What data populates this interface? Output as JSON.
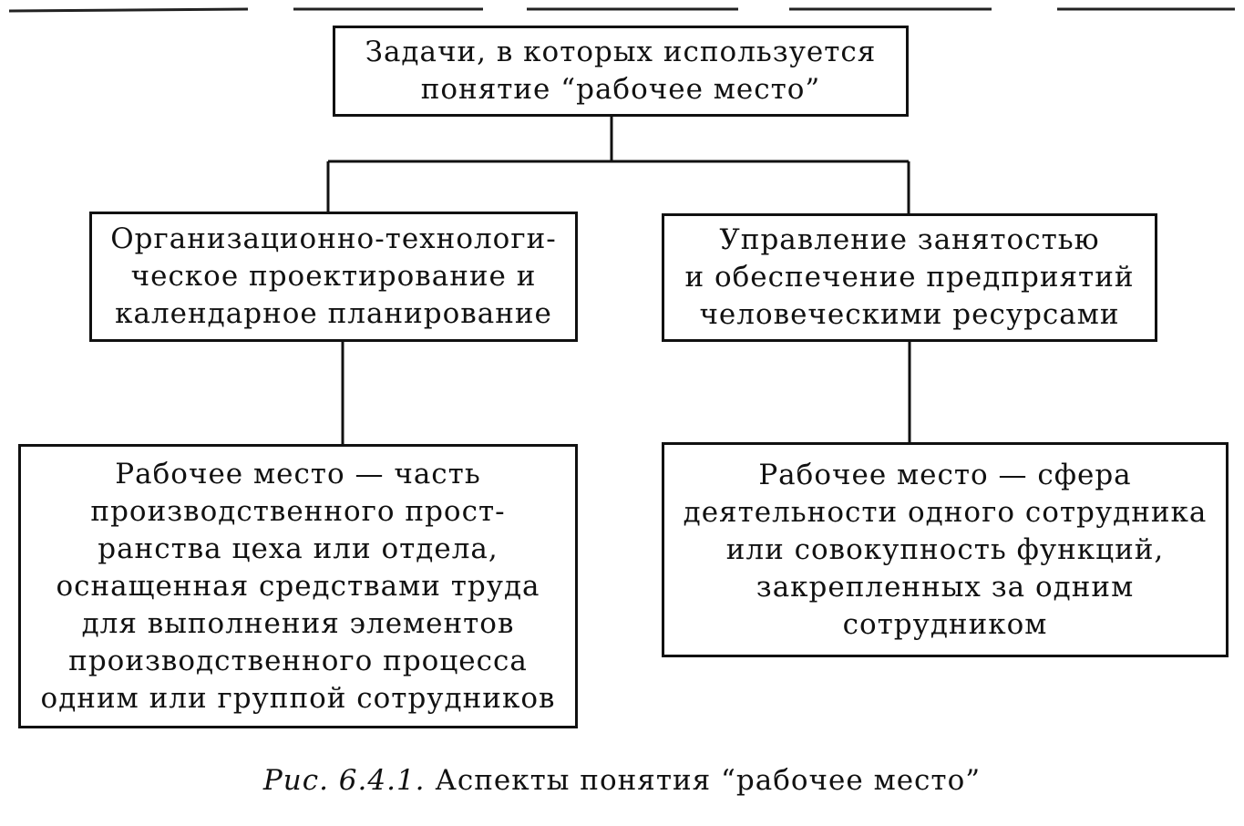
{
  "diagram": {
    "root": {
      "lines": [
        "Задачи, в которых используется",
        "понятие “рабочее место”"
      ]
    },
    "left": {
      "lines": [
        "Организационно-технологи-",
        "ческое проектирование и",
        "календарное планирование"
      ]
    },
    "right": {
      "lines": [
        "Управление занятостью",
        "и обеспечение предприятий",
        "человеческими ресурсами"
      ]
    },
    "left_definition": {
      "lines": [
        "Рабочее место — часть",
        "производственного прост-",
        "ранства цеха или отдела,",
        "оснащенная средствами труда",
        "для выполнения элементов",
        "производственного процесса",
        "одним или группой сотрудников"
      ]
    },
    "right_definition": {
      "lines": [
        "Рабочее место — сфера",
        "деятельности одного сотрудника",
        "или совокупность функций,",
        "закрепленных за одним",
        "сотрудником"
      ]
    }
  },
  "caption": {
    "number": "Рис. 6.4.1.",
    "text": "Аспекты понятия “рабочее место”"
  }
}
